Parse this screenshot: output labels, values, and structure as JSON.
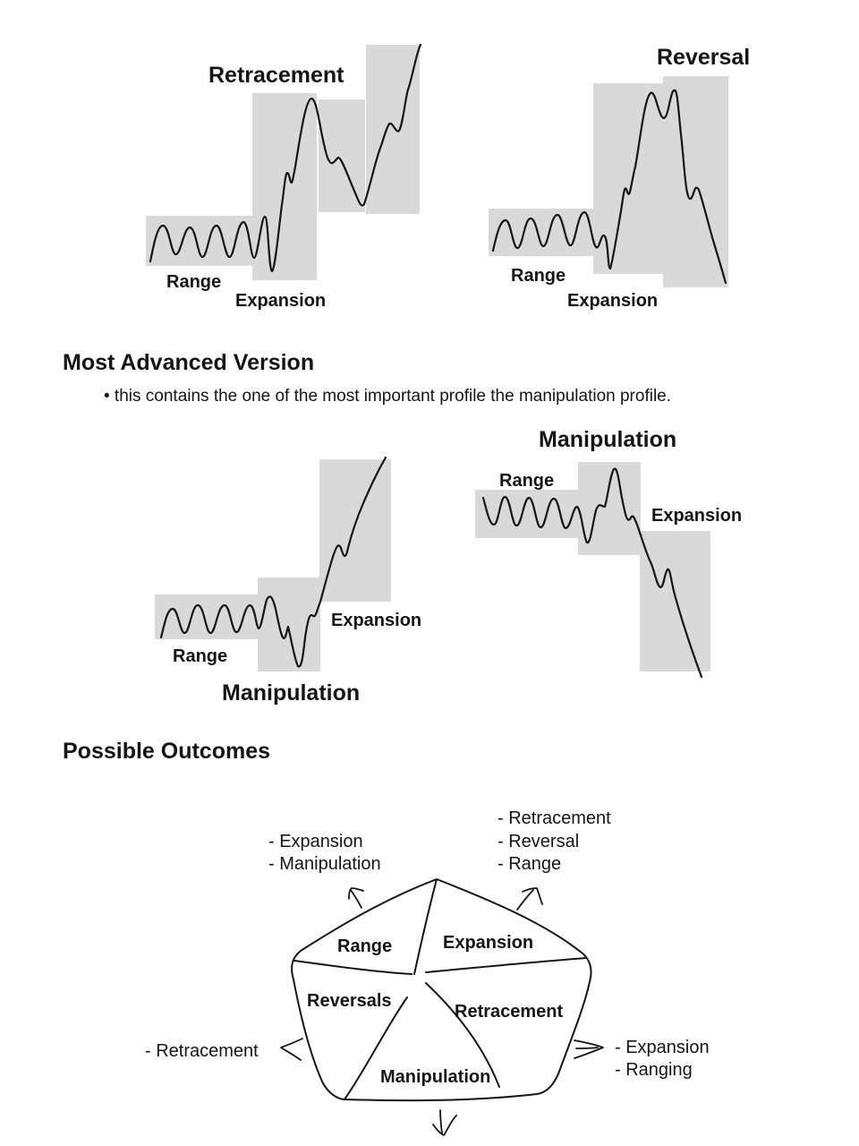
{
  "top_left_diagram": {
    "title": "Retracement",
    "range_label": "Range",
    "expansion_label": "Expansion"
  },
  "top_right_diagram": {
    "title": "Reversal",
    "range_label": "Range",
    "expansion_label": "Expansion"
  },
  "advanced_section": {
    "heading": "Most Advanced Version",
    "bullet": "• this contains the one of the most important profile the manipulation profile."
  },
  "mid_left_diagram": {
    "range_label": "Range",
    "expansion_label": "Expansion",
    "manipulation_label": "Manipulation"
  },
  "mid_right_diagram": {
    "title": "Manipulation",
    "range_label": "Range",
    "expansion_label": "Expansion"
  },
  "outcomes_section": {
    "heading": "Possible Outcomes",
    "segments": {
      "range": "Range",
      "expansion": "Expansion",
      "reversals": "Reversals",
      "retracement": "Retracement",
      "manipulation": "Manipulation"
    },
    "outcome_lists": {
      "range": [
        "- Expansion",
        "- Manipulation"
      ],
      "expansion": [
        "- Retracement",
        "- Reversal",
        "- Range"
      ],
      "retracement": [
        "- Expansion",
        "- Ranging"
      ],
      "reversals": [
        "- Retracement"
      ]
    }
  }
}
